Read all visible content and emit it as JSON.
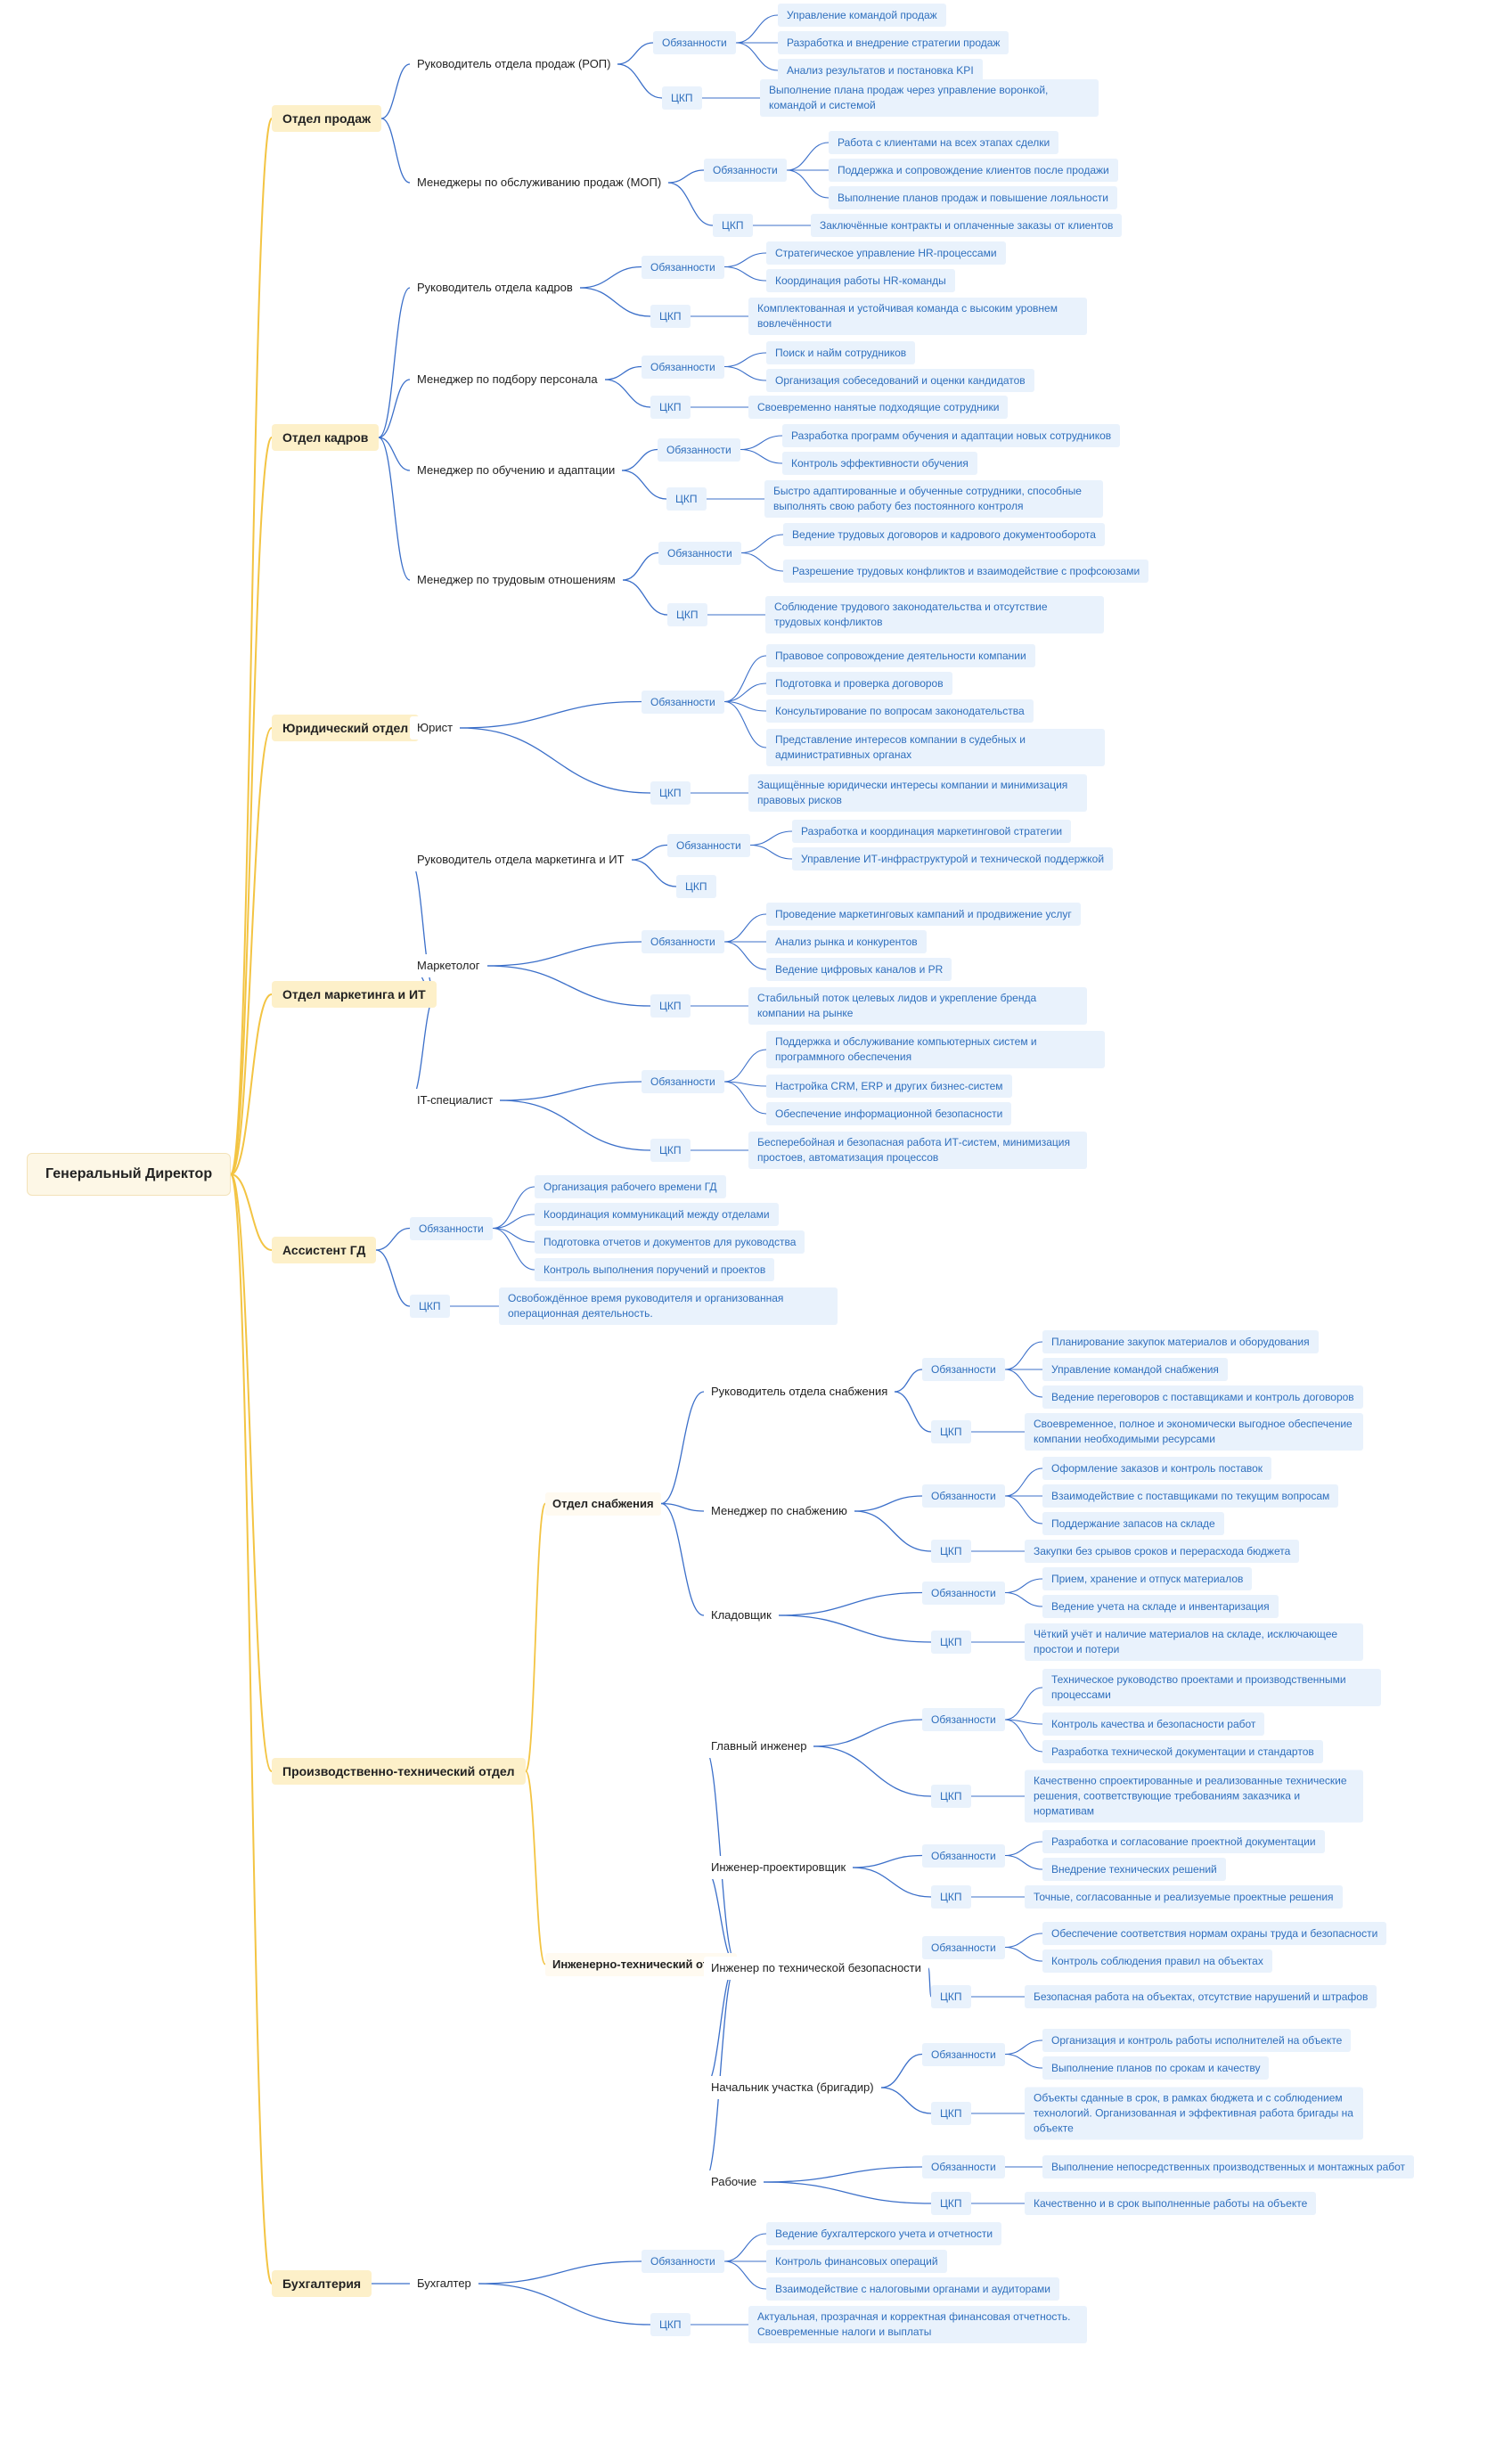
{
  "root": "Генеральный Директор",
  "departments": [
    {
      "name": "Отдел продаж",
      "children": [
        {
          "name": "Руководитель отдела продаж (РОП)",
          "duties": [
            "Управление командой продаж",
            "Разработка и внедрение стратегии продаж",
            "Анализ результатов и постановка KPI"
          ],
          "ckp": "Выполнение плана продаж через управление воронкой, командой и системой"
        },
        {
          "name": "Менеджеры по обслуживанию продаж (МОП)",
          "duties": [
            "Работа с клиентами на всех этапах сделки",
            "Поддержка и сопровождение клиентов после продажи",
            "Выполнение планов продаж и повышение лояльности"
          ],
          "ckp": "Заключённые контракты и оплаченные заказы от клиентов"
        }
      ]
    },
    {
      "name": "Отдел кадров",
      "children": [
        {
          "name": "Руководитель отдела кадров",
          "duties": [
            "Стратегическое управление HR-процессами",
            "Координация работы HR-команды"
          ],
          "ckp": "Комплектованная и устойчивая команда с высоким уровнем вовлечённости"
        },
        {
          "name": "Менеджер по подбору персонала",
          "duties": [
            "Поиск и найм сотрудников",
            "Организация собеседований и оценки кандидатов"
          ],
          "ckp": "Своевременно нанятые подходящие сотрудники"
        },
        {
          "name": "Менеджер по обучению и адаптации",
          "duties": [
            "Разработка программ обучения и адаптации новых сотрудников",
            "Контроль эффективности обучения"
          ],
          "ckp": "Быстро адаптированные и обученные сотрудники, способные выполнять свою работу без постоянного контроля"
        },
        {
          "name": "Менеджер по трудовым отношениям",
          "duties": [
            "Ведение трудовых договоров и кадрового документооборота",
            "Разрешение трудовых конфликтов и взаимодействие с профсоюзами"
          ],
          "ckp": "Соблюдение трудового законодательства и отсутствие трудовых конфликтов"
        }
      ]
    },
    {
      "name": "Юридический отдел",
      "children": [
        {
          "name": "Юрист",
          "duties": [
            "Правовое сопровождение деятельности компании",
            "Подготовка и проверка договоров",
            "Консультирование по вопросам законодательства",
            "Представление интересов компании в судебных и административных органах"
          ],
          "ckp": "Защищённые юридически интересы компании и минимизация правовых рисков"
        }
      ]
    },
    {
      "name": "Отдел маркетинга и ИТ",
      "children": [
        {
          "name": "Руководитель отдела маркетинга и ИТ",
          "duties": [
            "Разработка и координация маркетинговой стратегии",
            "Управление ИТ-инфраструктурой и технической поддержкой"
          ],
          "ckp": ""
        },
        {
          "name": "Маркетолог",
          "duties": [
            "Проведение маркетинговых кампаний и продвижение услуг",
            "Анализ рынка и конкурентов",
            "Ведение цифровых каналов и PR"
          ],
          "ckp": "Стабильный поток целевых лидов и укрепление бренда компании на рынке"
        },
        {
          "name": "IT-специалист",
          "duties": [
            "Поддержка и обслуживание компьютерных систем и программного обеспечения",
            "Настройка CRM, ERP и других бизнес-систем",
            "Обеспечение информационной безопасности"
          ],
          "ckp": "Бесперебойная и безопасная работа ИТ-систем, минимизация простоев, автоматизация процессов"
        }
      ]
    },
    {
      "name": "Ассистент ГД",
      "duties": [
        "Организация рабочего времени ГД",
        "Координация коммуникаций между отделами",
        "Подготовка отчетов и документов для руководства",
        "Контроль выполнения поручений и проектов"
      ],
      "ckp": "Освобождённое время руководителя и организованная операционная деятельность."
    },
    {
      "name": "Производственно-технический отдел",
      "children": [
        {
          "name": "Отдел снабжения",
          "children": [
            {
              "name": "Руководитель отдела снабжения",
              "duties": [
                "Планирование закупок материалов и оборудования",
                "Управление командой снабжения",
                "Ведение переговоров с поставщиками и контроль договоров"
              ],
              "ckp": "Своевременное, полное и экономически выгодное обеспечение компании необходимыми ресурсами"
            },
            {
              "name": "Менеджер по снабжению",
              "duties": [
                "Оформление заказов и контроль поставок",
                "Взаимодействие с поставщиками по текущим вопросам",
                "Поддержание запасов на складе"
              ],
              "ckp": "Закупки без срывов сроков и перерасхода бюджета"
            },
            {
              "name": "Кладовщик",
              "duties": [
                "Прием, хранение и отпуск материалов",
                "Ведение учета на складе и инвентаризация"
              ],
              "ckp": "Чёткий учёт и наличие материалов на складе, исключающее простои и потери"
            }
          ]
        },
        {
          "name": "Инженерно-технический отдел",
          "children": [
            {
              "name": "Главный инженер",
              "duties": [
                "Техническое руководство проектами и производственными процессами",
                "Контроль качества и безопасности работ",
                "Разработка технической документации и стандартов"
              ],
              "ckp": "Качественно спроектированные и реализованные технические решения, соответствующие требованиям заказчика и нормативам"
            },
            {
              "name": "Инженер-проектировщик",
              "duties": [
                "Разработка и согласование проектной документации",
                "Внедрение технических решений"
              ],
              "ckp": "Точные, согласованные и реализуемые проектные решения"
            },
            {
              "name": "Инженер по технической безопасности",
              "duties": [
                "Обеспечение соответствия нормам охраны труда и безопасности",
                "Контроль соблюдения правил на объектах"
              ],
              "ckp": "Безопасная работа на объектах, отсутствие нарушений и штрафов"
            },
            {
              "name": "Начальник участка (бригадир)",
              "duties": [
                "Организация и контроль работы исполнителей на объекте",
                "Выполнение планов по срокам и качеству"
              ],
              "ckp": "Объекты сданные в срок, в рамках бюджета и с соблюдением технологий. Организованная и эффективная работа бригады на объекте"
            },
            {
              "name": "Рабочие",
              "duties": [
                "Выполнение непосредственных производственных и монтажных работ"
              ],
              "ckp": "Качественно и в срок выполненные работы на объекте"
            }
          ]
        }
      ]
    },
    {
      "name": "Бухгалтерия",
      "children": [
        {
          "name": "Бухгалтер",
          "duties": [
            "Ведение бухгалтерского учета и отчетности",
            "Контроль финансовых операций",
            "Взаимодействие с налоговыми органами и аудиторами"
          ],
          "ckp": "Актуальная, прозрачная и корректная финансовая отчетность. Своевременные налоги и выплаты"
        }
      ]
    }
  ],
  "labels": {
    "duties": "Обязанности",
    "ckp": "ЦКП"
  },
  "colors": {
    "dept_line": "#f3c443",
    "line": "#3b6fc9",
    "dept_fill": "#fdf0c9",
    "leaf_fill": "#e9f2fc",
    "leaf_text": "#2f6fbd"
  }
}
